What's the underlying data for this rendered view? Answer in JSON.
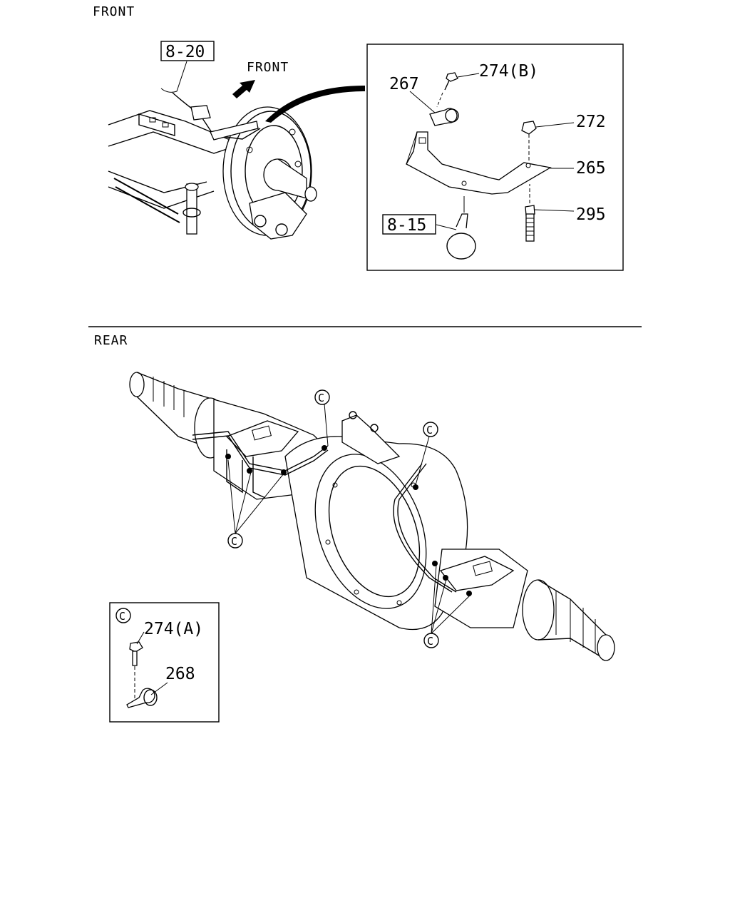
{
  "sections": {
    "front": "FRONT",
    "rear": "REAR"
  },
  "front_view": {
    "ref_box": "8-20",
    "direction_label": "FRONT"
  },
  "front_detail": {
    "labels": {
      "bolt_b": "274(B)",
      "clip": "267",
      "nut": "272",
      "bracket": "265",
      "stud": "295",
      "ref_box": "8-15"
    }
  },
  "rear_view": {
    "callout": "C"
  },
  "rear_detail": {
    "callout": "C",
    "bolt_a": "274(A)",
    "clamp": "268"
  }
}
